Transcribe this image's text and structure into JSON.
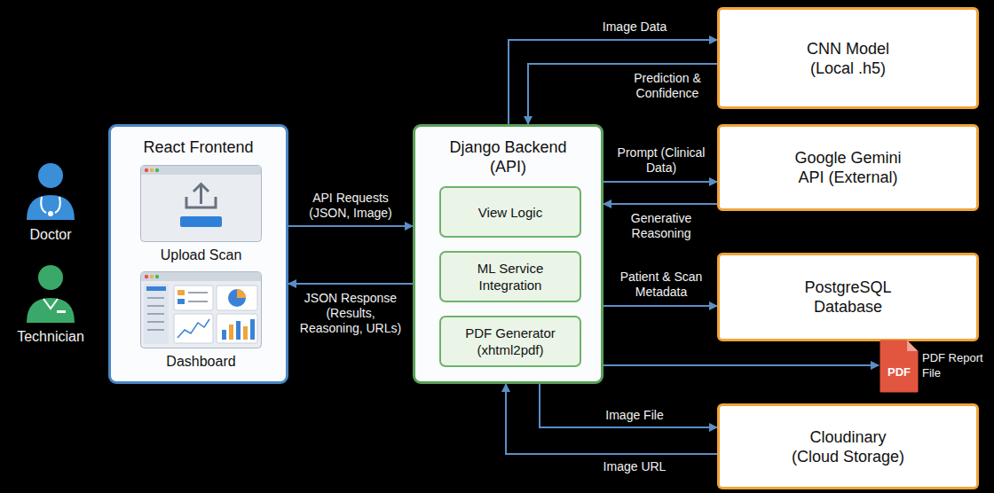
{
  "diagram": {
    "nodes": [
      {
        "text": [
          "React Frontend"
        ]
      },
      {
        "text": [
          "Upload Scan"
        ],
        "in": 0
      },
      {
        "text": [
          "Dashboard"
        ],
        "in": 0
      },
      {
        "text": [
          "Django Backend (API)"
        ]
      },
      {
        "text": [
          "View Logic"
        ],
        "in": 3
      },
      {
        "text": [
          "ML Service Integration"
        ],
        "in": 3
      },
      {
        "text": [
          "PDF Generator (xhtml2pdf)"
        ],
        "in": 3
      },
      {
        "text": [
          "CNN Model (Local .h5)"
        ]
      },
      {
        "text": [
          "Google Gemini API (External)"
        ]
      },
      {
        "text": [
          "PostgreSQL Database"
        ]
      },
      {
        "text": [
          "PDF",
          "PDF Report File"
        ]
      },
      {
        "text": [
          "Cloudinary (Cloud Storage)"
        ]
      }
    ],
    "edges": [
      {
        "from": 0,
        "to": 3,
        "label": "API Requests (JSON, Image)",
        "arrow": "to"
      },
      {
        "from": 3,
        "to": 0,
        "label": "JSON Response (Results, Reasoning, URLs)",
        "arrow": "to"
      },
      {
        "from": 3,
        "to": 7,
        "label": "Image Data",
        "arrow": "to"
      },
      {
        "from": 7,
        "to": 3,
        "label": "Prediction & Confidence",
        "arrow": "to"
      },
      {
        "from": 3,
        "to": 8,
        "label": "Prompt (Clinical Data)",
        "arrow": "to"
      },
      {
        "from": 8,
        "to": 3,
        "label": "Generative Reasoning",
        "arrow": "to"
      },
      {
        "from": 3,
        "to": 9,
        "label": "Patient & Scan Metadata",
        "arrow": "to"
      },
      {
        "from": 3,
        "to": 10,
        "arrow": "to"
      },
      {
        "from": 3,
        "to": 11,
        "label": "Image File",
        "arrow": "to"
      },
      {
        "from": 11,
        "to": 3,
        "label": "Image URL",
        "arrow": "to"
      }
    ],
    "labels": [
      "Doctor",
      "Technician"
    ]
  }
}
